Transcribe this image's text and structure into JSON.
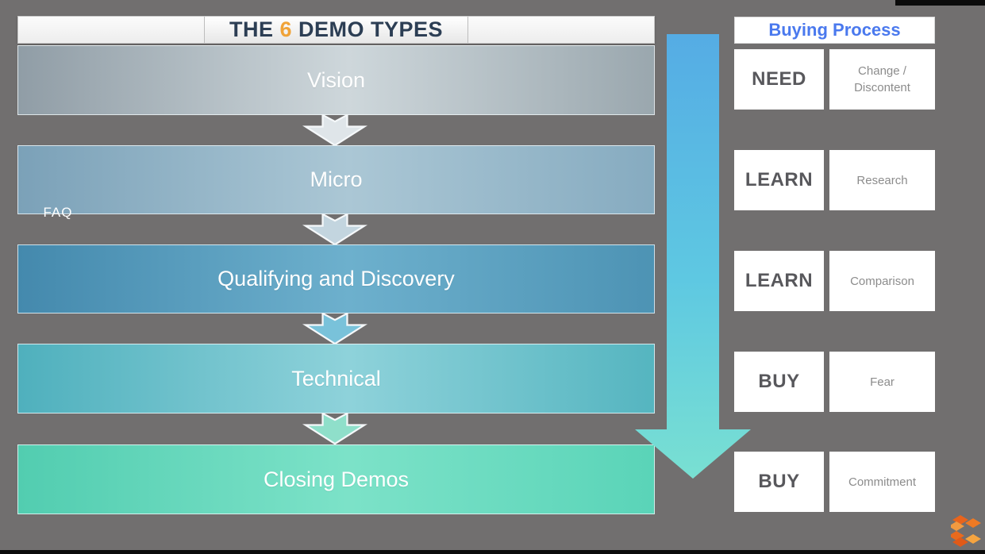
{
  "background_color": "#716F6F",
  "title": {
    "prefix": "THE ",
    "number": "6",
    "suffix": " DEMO TYPES",
    "number_color": "#f0a338",
    "text_color": "#2c3e54"
  },
  "demo_flow": {
    "bars": [
      {
        "label": "Vision",
        "color_left": "#909da6",
        "color_center": "#ced7db",
        "color_right": "#9aa7ae",
        "arrow_color": "#dfe5e9"
      },
      {
        "label": "Micro",
        "color_left": "#7ba1b8",
        "color_center": "#abc7d5",
        "color_right": "#86abc0",
        "arrow_color": "#c3d5df"
      },
      {
        "label": "Qualifying and Discovery",
        "color_left": "#4489ad",
        "color_center": "#6db0cd",
        "color_right": "#4d93b4",
        "arrow_color": "#79c2da"
      },
      {
        "label": "Technical",
        "color_left": "#4fb0bd",
        "color_center": "#8ed2da",
        "color_right": "#55b5c0",
        "arrow_color": "#8fdfca"
      },
      {
        "label": "Closing Demos",
        "color_left": "#52cdb0",
        "color_center": "#7ce2c8",
        "color_right": "#5ad4b8",
        "arrow_color": null
      }
    ]
  },
  "faq_arrow": {
    "label": "FAQ",
    "color_top": "#55ace4",
    "color_mid": "#5ec8e2",
    "color_bottom": "#79e0d2"
  },
  "buying_process": {
    "header": "Buying Process",
    "header_color": "#4a79ee",
    "rows": [
      {
        "stage": "NEED",
        "driver": "Change / Discontent"
      },
      {
        "stage": "LEARN",
        "driver": "Research"
      },
      {
        "stage": "LEARN",
        "driver": "Comparison"
      },
      {
        "stage": "BUY",
        "driver": "Fear"
      },
      {
        "stage": "BUY",
        "driver": "Commitment"
      }
    ]
  },
  "logo": {
    "name": "faceted-c-logo",
    "accent_color": "#e8641c"
  }
}
